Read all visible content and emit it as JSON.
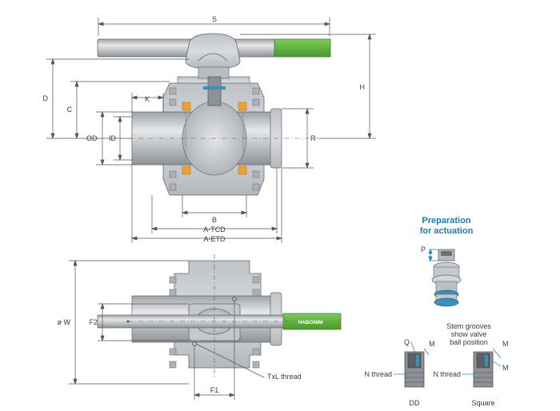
{
  "front_view": {
    "labels": {
      "S": "S",
      "H": "H",
      "D": "D",
      "C": "C",
      "K": "K",
      "OD": "OD",
      "ID": "ID",
      "R": "R",
      "B": "B",
      "A_TCD": "A-TCD",
      "A_ETD": "A-ETD"
    }
  },
  "top_view": {
    "labels": {
      "W": "ø W",
      "F2": "F2",
      "F1": "F1",
      "TxL": "TxL thread"
    },
    "brand": "HABONIM"
  },
  "actuation": {
    "title_line1": "Preparation",
    "title_line2": "for actuation",
    "P": "P"
  },
  "stem_detail": {
    "note_line1": "Stem grooves",
    "note_line2": "show valve",
    "note_line3": "ball position",
    "Q": "Q",
    "M1": "M",
    "M2": "M",
    "M3": "M",
    "N_thread_left": "N thread",
    "N_thread_right": "N thread",
    "caption_dd": "DD",
    "caption_square": "Square"
  },
  "colors": {
    "body_gray": "#c9cdd1",
    "handle_green": "#5fb33e",
    "seat_orange": "#f0a22e",
    "heading_blue": "#1f79b7",
    "teal_ring": "#3a8fb8"
  }
}
